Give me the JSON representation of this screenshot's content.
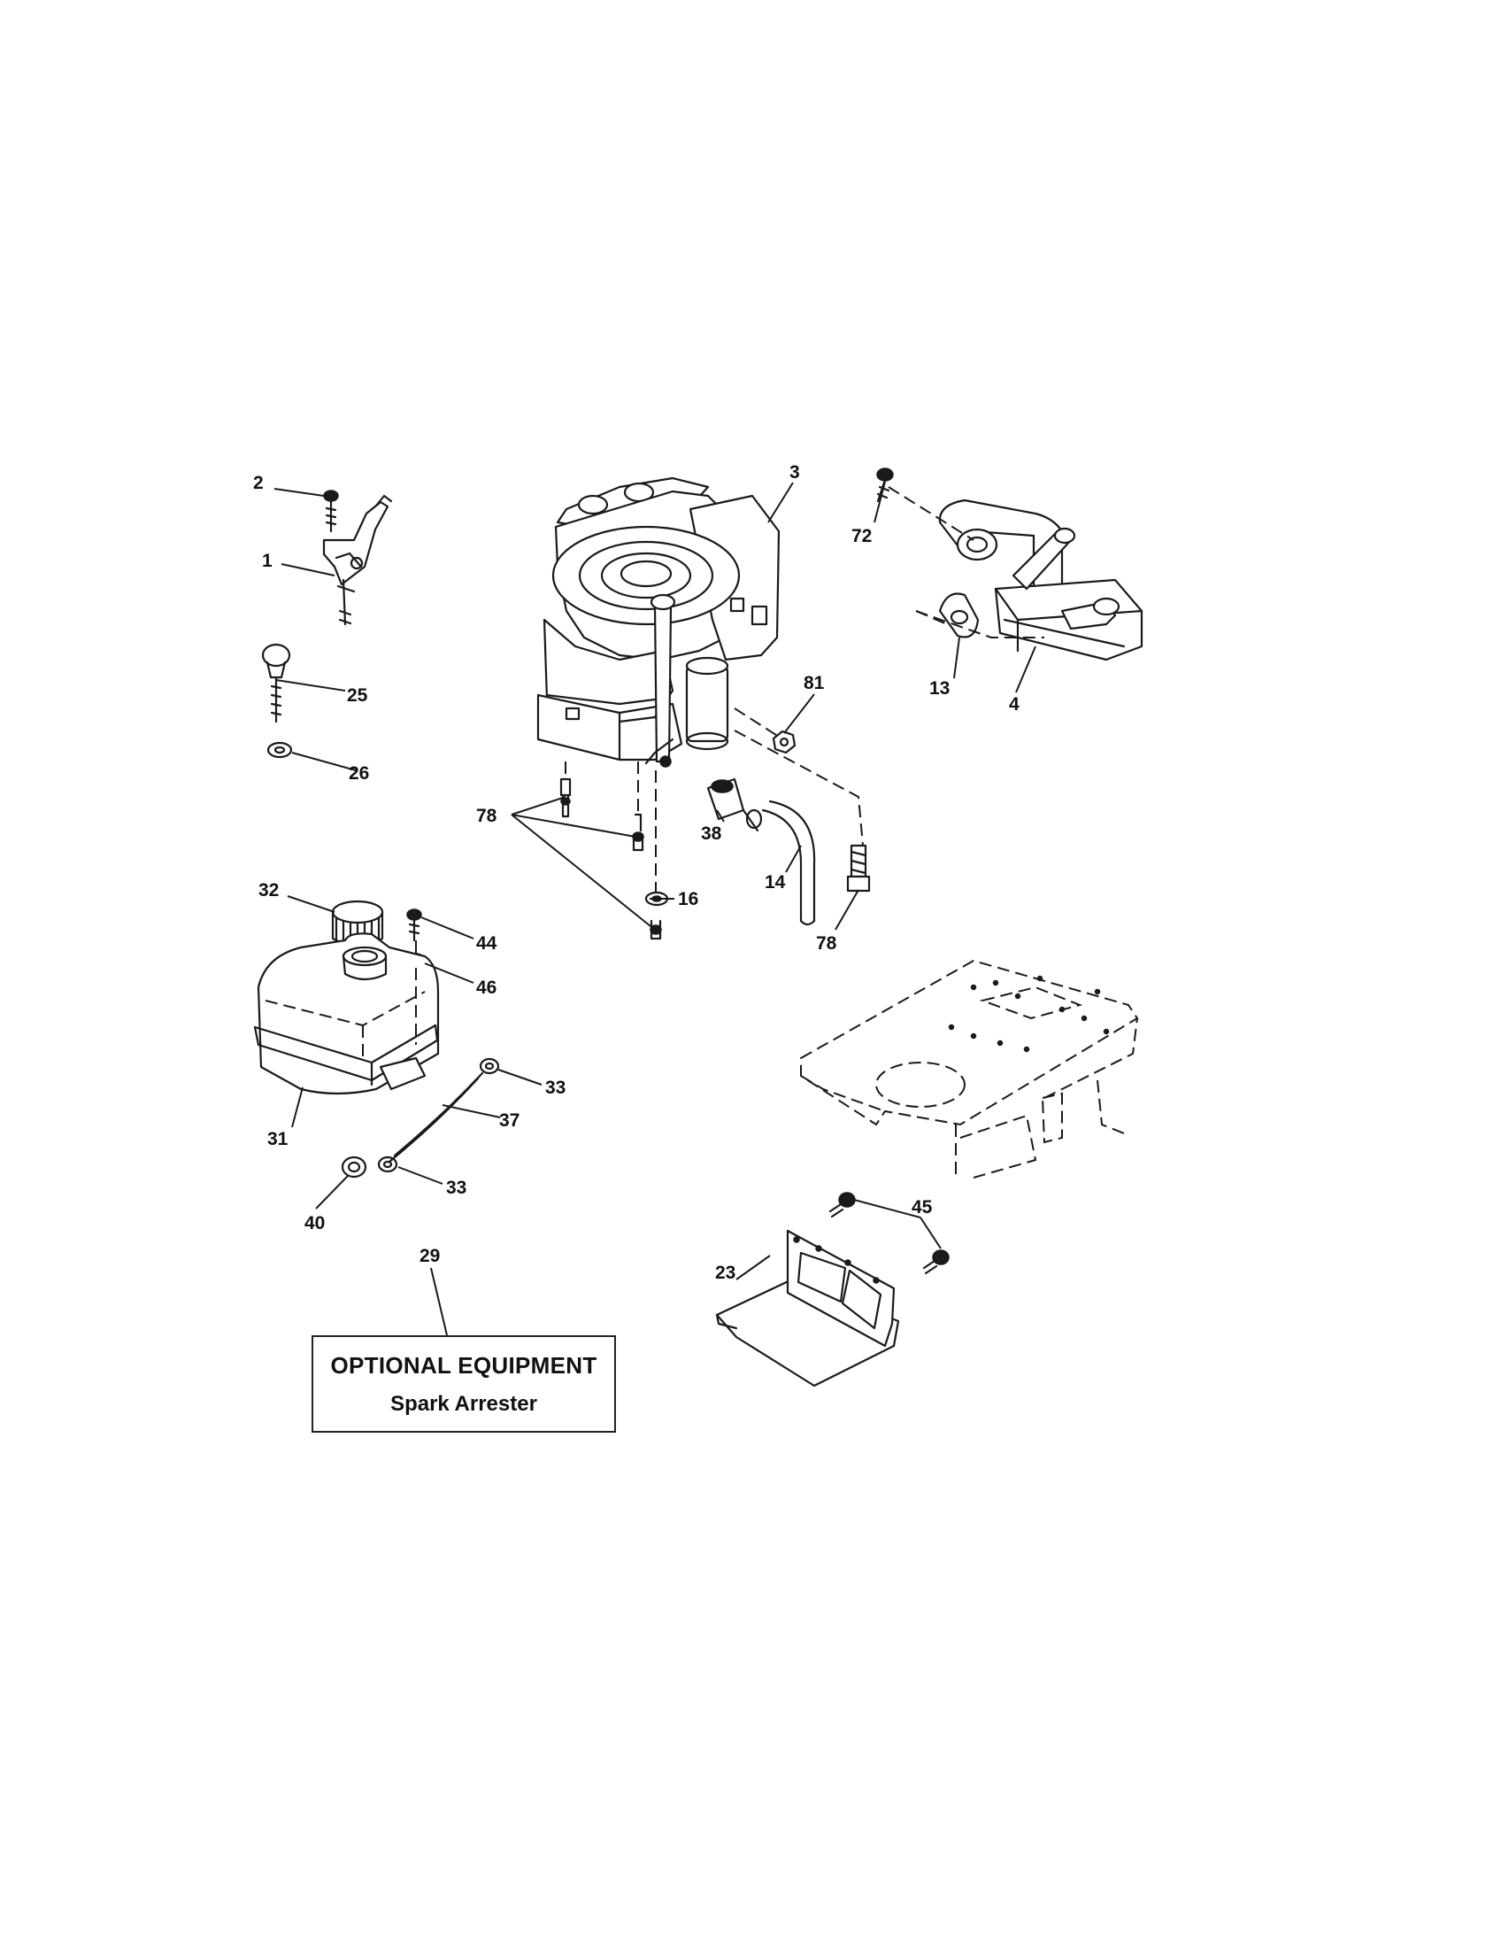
{
  "callouts": {
    "c1": "1",
    "c2": "2",
    "c3": "3",
    "c4": "4",
    "c13": "13",
    "c14": "14",
    "c16": "16",
    "c23": "23",
    "c25": "25",
    "c26": "26",
    "c29": "29",
    "c31": "31",
    "c32": "32",
    "c33a": "33",
    "c33b": "33",
    "c37": "37",
    "c38": "38",
    "c40": "40",
    "c44": "44",
    "c45": "45",
    "c46": "46",
    "c72": "72",
    "c78a": "78",
    "c78b": "78",
    "c81": "81"
  },
  "optional_box": {
    "title": "OPTIONAL EQUIPMENT",
    "subtitle": "Spark Arrester"
  }
}
